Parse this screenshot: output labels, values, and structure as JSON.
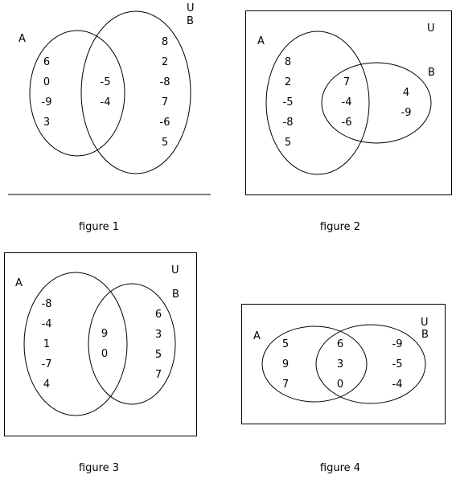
{
  "figures": [
    {
      "caption": "figure 1",
      "universe_label": "U",
      "set_a_label": "A",
      "set_b_label": "B",
      "a_only": [
        "6",
        "0",
        "-9",
        "3"
      ],
      "both": [
        "-5",
        "-4"
      ],
      "b_only": [
        "8",
        "2",
        "-8",
        "7",
        "-6",
        "5"
      ]
    },
    {
      "caption": "figure 2",
      "universe_label": "U",
      "set_a_label": "A",
      "set_b_label": "B",
      "a_only": [
        "8",
        "2",
        "-5",
        "-8",
        "5"
      ],
      "both": [
        "7",
        "-4",
        "-6"
      ],
      "b_only": [
        "4",
        "-9"
      ]
    },
    {
      "caption": "figure 3",
      "universe_label": "U",
      "set_a_label": "A",
      "set_b_label": "B",
      "a_only": [
        "-8",
        "-4",
        "1",
        "-7",
        "4"
      ],
      "both": [
        "9",
        "0"
      ],
      "b_only": [
        "6",
        "3",
        "5",
        "7"
      ]
    },
    {
      "caption": "figure 4",
      "universe_label": "U",
      "set_a_label": "A",
      "set_b_label": "B",
      "a_only": [
        "5",
        "9",
        "7"
      ],
      "both": [
        "6",
        "3",
        "0"
      ],
      "b_only": [
        "-9",
        "-5",
        "-4"
      ]
    }
  ]
}
